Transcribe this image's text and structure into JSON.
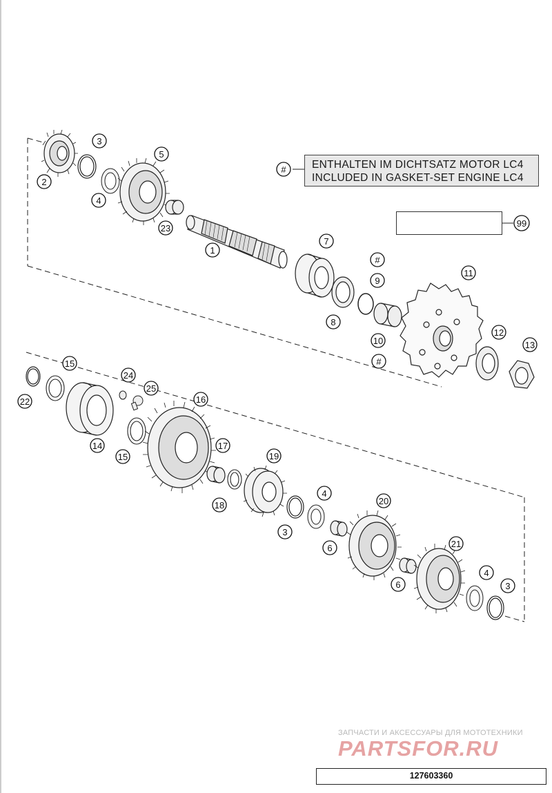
{
  "legend": {
    "symbol": "#",
    "line1": "ENTHALTEN IM DICHTSATZ MOTOR LC4",
    "line2": "INCLUDED IN GASKET-SET ENGINE LC4"
  },
  "kit": {
    "members": [
      "8",
      "9",
      "10",
      "12",
      "13"
    ],
    "kit_number": "99"
  },
  "callouts": [
    {
      "id": "1"
    },
    {
      "id": "2"
    },
    {
      "id": "3"
    },
    {
      "id": "4"
    },
    {
      "id": "5"
    },
    {
      "id": "7"
    },
    {
      "id": "8"
    },
    {
      "id": "#"
    },
    {
      "id": "9"
    },
    {
      "id": "10"
    },
    {
      "id": "#"
    },
    {
      "id": "11"
    },
    {
      "id": "12"
    },
    {
      "id": "13"
    },
    {
      "id": "23"
    },
    {
      "id": "15"
    },
    {
      "id": "22"
    },
    {
      "id": "14"
    },
    {
      "id": "15"
    },
    {
      "id": "24"
    },
    {
      "id": "25"
    },
    {
      "id": "16"
    },
    {
      "id": "17"
    },
    {
      "id": "18"
    },
    {
      "id": "19"
    },
    {
      "id": "4"
    },
    {
      "id": "3"
    },
    {
      "id": "6"
    },
    {
      "id": "20"
    },
    {
      "id": "6"
    },
    {
      "id": "21"
    },
    {
      "id": "4"
    },
    {
      "id": "3"
    }
  ],
  "watermark": {
    "tagline": "ЗАПЧАСТИ И АКСЕССУАРЫ ДЛЯ МОТОТЕХНИКИ",
    "logo": "PARTSFOR.RU"
  },
  "doc_number": "127603360"
}
